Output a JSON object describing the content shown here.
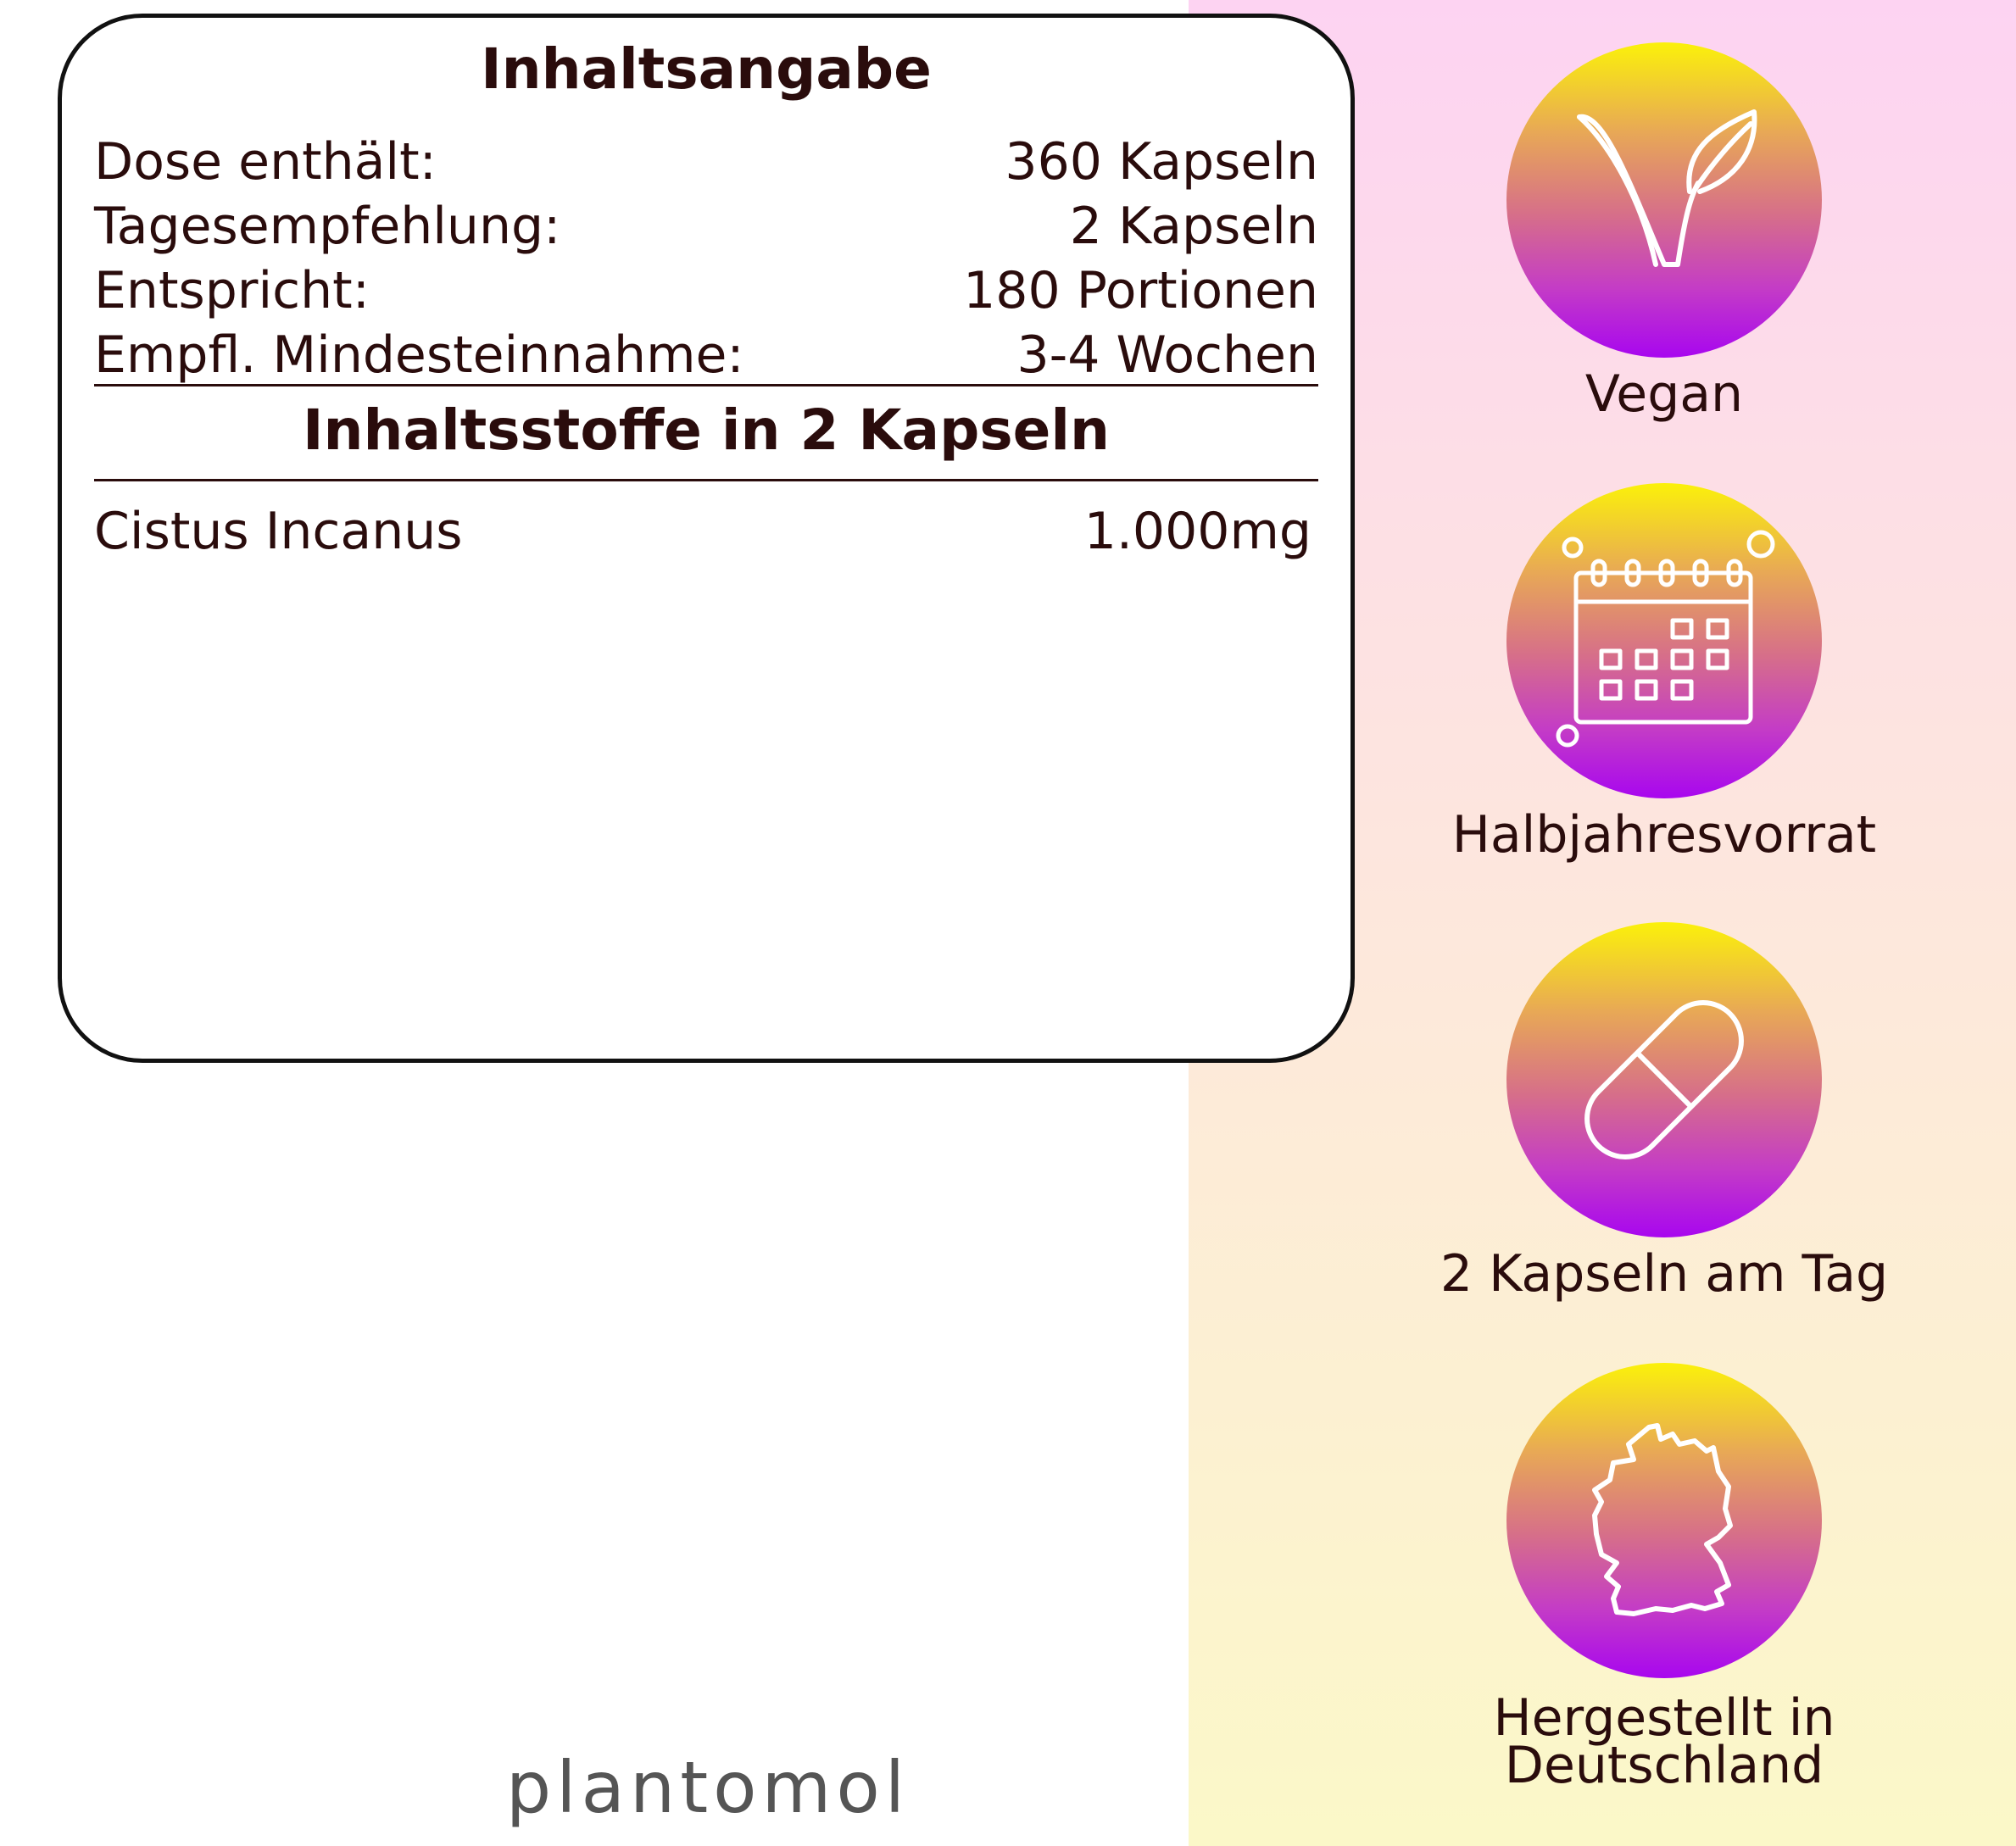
{
  "panel": {
    "heading": "Inhaltsangabe",
    "rows": [
      {
        "label": "Dose enthält:",
        "value": "360 Kapseln"
      },
      {
        "label": "Tagesempfehlung:",
        "value": "2 Kapseln"
      },
      {
        "label": "Entspricht:",
        "value": "180 Portionen"
      },
      {
        "label": "Empfl. Mindesteinnahme:",
        "value": "3-4 Wochen"
      }
    ],
    "ingredients_heading": "Inhaltsstoffe in 2 Kapseln",
    "ingredients": [
      {
        "label": "Cistus Incanus",
        "value": "1.000mg"
      }
    ]
  },
  "features": [
    {
      "icon": "vegan-leaf-icon",
      "label": "Vegan"
    },
    {
      "icon": "calendar-icon",
      "label": "Halbjahresvorrat"
    },
    {
      "icon": "capsule-icon",
      "label": "2 Kapseln am Tag"
    },
    {
      "icon": "germany-map-icon",
      "label_line1": "Hergestellt in",
      "label_line2": "Deutschland"
    }
  ],
  "brand": "plantomol",
  "colors": {
    "text": "#2a0c0c",
    "badge_top": "#fbf10a",
    "badge_bottom": "#a806ef",
    "panel_top": "#fdd3f2",
    "panel_bottom": "#fbf8c8"
  }
}
